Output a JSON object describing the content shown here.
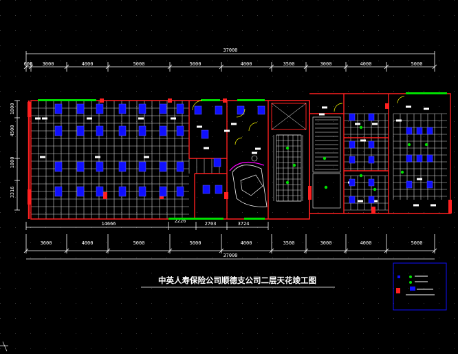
{
  "drawing": {
    "title": "中英人寿保险公司顺德支公司二层天花竣工图",
    "background": "#000000",
    "colors": {
      "dimension": "#ffffff",
      "grid": "#d8d8d8",
      "wall": "#ff2020",
      "light": "#1010ff",
      "accent_green": "#00e000",
      "accent_cyan": "#00ffff",
      "accent_magenta": "#ff00ff",
      "accent_yellow": "#ffff00"
    }
  },
  "dimensions": {
    "top_total": "37000",
    "top_segments": [
      "600",
      "3000",
      "4000",
      "5000",
      "5000",
      "4000",
      "3500",
      "3000",
      "4000",
      "5000"
    ],
    "bottom_total": "37000",
    "bottom_segments": [
      "3600",
      "4000",
      "5000",
      "5000",
      "4000",
      "3500",
      "3000",
      "4000",
      "5000"
    ],
    "bottom_partials": [
      "14666",
      "2226",
      "2703",
      "3724"
    ],
    "left_segments": [
      "1800",
      "4500",
      "1000",
      "3316"
    ]
  }
}
